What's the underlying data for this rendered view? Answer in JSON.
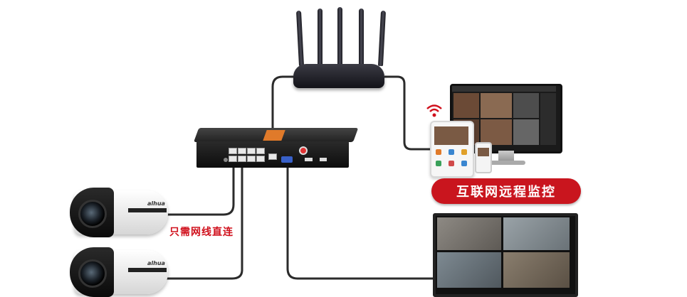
{
  "labels": {
    "direct_connect": "只需网线直连",
    "remote_monitoring": "互联网远程监控"
  },
  "devices": {
    "camera_brand": "alhua"
  },
  "colors": {
    "label_red": "#d0101c",
    "pill_red": "#c9151e",
    "accent_orange": "#e07a2a",
    "cable": "#2b2b2b"
  }
}
